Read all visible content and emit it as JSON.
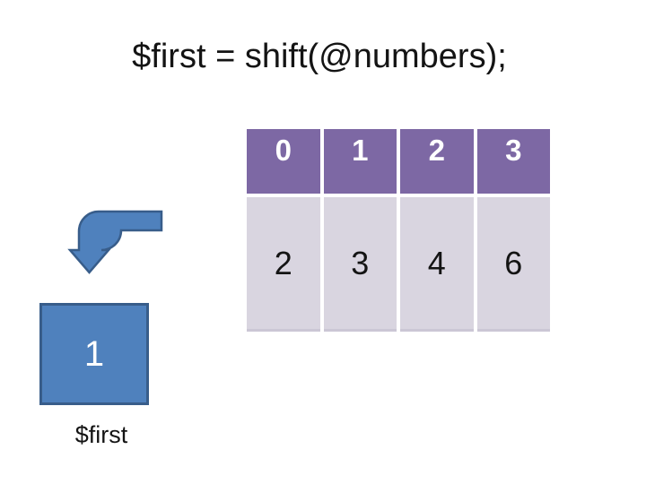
{
  "slide": {
    "title": "$first = shift(@numbers);",
    "table": {
      "header_row": [
        "0",
        "1",
        "2",
        "3"
      ],
      "data_row": [
        "2",
        "3",
        "4",
        "6"
      ]
    },
    "arrow": {
      "icon": "bent-down-arrow-icon",
      "fill": "#4F81BD",
      "border": "#385D8A"
    },
    "variable_box": {
      "value": "1",
      "label": "$first",
      "fill": "#4F81BD",
      "border": "#385D8A"
    },
    "colors": {
      "table_header_bg": "#7D68A4",
      "table_row_bg": "#D9D5E0",
      "table_row_border": "#CBC7D5",
      "header_text": "#FFFFFF",
      "body_text": "#141414",
      "background": "#FFFFFF"
    }
  }
}
